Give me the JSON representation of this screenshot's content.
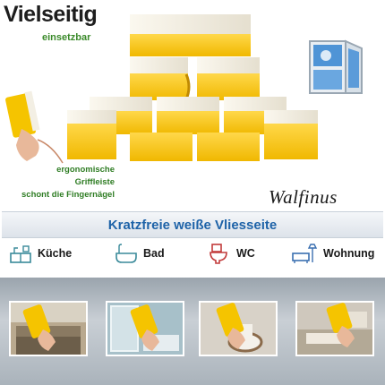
{
  "header": {
    "title": "Vielseitig",
    "subtitle": "einsetzbar"
  },
  "grip_caption": {
    "line1": "ergonomische",
    "line2": "Griffleiste",
    "line3": "schont die Fingernägel"
  },
  "brand": "Walfinus",
  "banner": "Kratzfreie weiße Vliesseite",
  "rooms": [
    {
      "label": "Küche",
      "icon": "kitchen-icon"
    },
    {
      "label": "Bad",
      "icon": "bathtub-icon"
    },
    {
      "label": "WC",
      "icon": "toilet-icon"
    },
    {
      "label": "Wohnung",
      "icon": "living-room-icon"
    }
  ],
  "colors": {
    "sponge_yellow": "#f5c400",
    "sponge_fleece": "#f3efe4",
    "banner_text": "#1e63a8",
    "subtitle_green": "#3a8a2a"
  }
}
